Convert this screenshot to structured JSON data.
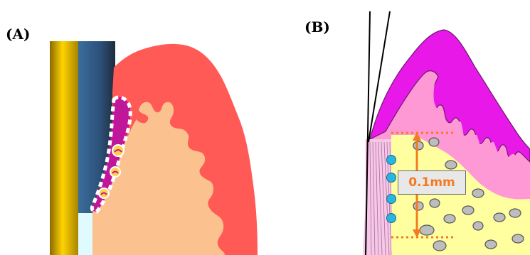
{
  "panels": {
    "a": {
      "label": "(A)"
    },
    "b": {
      "label": "(B)",
      "measurement": "0.1mm"
    }
  },
  "colors": {
    "enamel": "#f2c200",
    "root_dark": "#2f5a84",
    "gingiva": "#ff5a55",
    "connective": "#fbc18f",
    "pocket": "#c0169a",
    "epithelium_b": "#ff99d6",
    "keratin_b": "#e819e8",
    "bone_b": "#ffffa0",
    "measure_line": "#f47a20",
    "cell_blue": "#2ab5e0"
  }
}
